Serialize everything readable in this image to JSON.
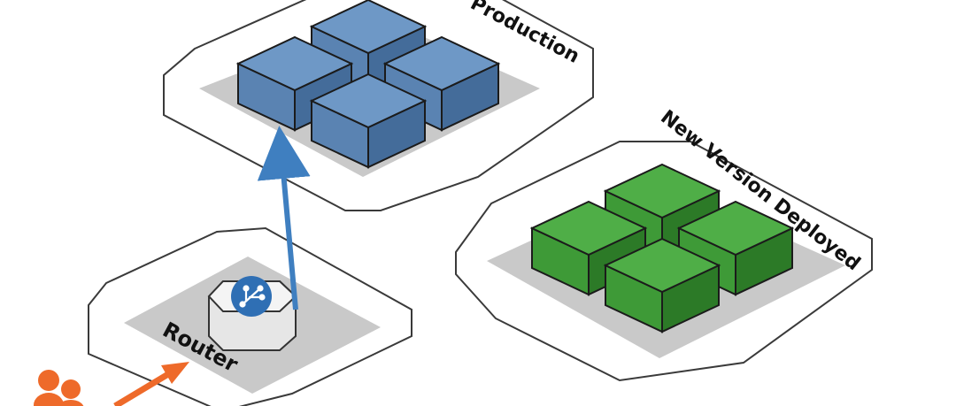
{
  "colors": {
    "background": "#ffffff",
    "platform_stroke": "#3a3a3a",
    "platform_fill": "#ffffff",
    "inner_gray": "#c9c9c9",
    "blue_top": "#6e98c6",
    "blue_left": "#5a83b2",
    "blue_right": "#446c9a",
    "green_top": "#4fae47",
    "green_left": "#3e9a37",
    "green_right": "#2c7a27",
    "arrow_blue": "#3f7fc0",
    "arrow_orange": "#ee6a2a",
    "router_badge": "#2f6fb4",
    "users": "#ee6a2a"
  },
  "labels": {
    "production": "Production",
    "new_version": "New Version Deployed",
    "router": "Router"
  },
  "icons": {
    "router_badge": "network-fork-icon",
    "users": "users-icon"
  }
}
